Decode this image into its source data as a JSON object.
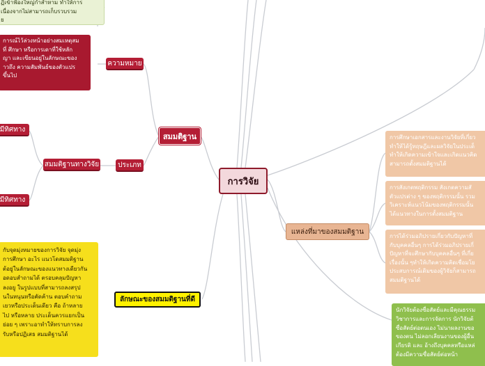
{
  "center": {
    "label": "การวิจัย"
  },
  "branches": {
    "hypothesis": {
      "label": "สมมติฐาน"
    },
    "meaning": {
      "label": "ความหมาย",
      "text_lines": [
        "การณ์ไว้ล่วงหน้าอย่างสมเหตุสม",
        "ที่ ศึกษา หรือการเดาที่ใช้หลัก",
        "ญา และเขียนอยู่ในลักษณะของ",
        "าวถึง ความสัมพันธ์ของตัวแปร",
        "ขึ้นไป"
      ]
    },
    "types": {
      "label": "ประเภท",
      "child_label": "สมมติฐานทางวิจัย",
      "leaf_top": "มีทิศทาง",
      "leaf_bottom": "มีทิศทาง"
    },
    "good": {
      "label": "ลักษณะของสมมติฐานที่ดี",
      "text_lines": [
        "กับจุดมุ่งหมายของการวิจัย จุดมุ่ง",
        "การศึกษา อะไร แนวโดสมมติฐาน",
        "ต้อยู่ในลักษณะของแนวทางเดียวกัน",
        "อดอบสำถามได้ ตรอบคลุมปัญหา",
        "ลงอยู ในรูปแบบที่สามารถลงสรุป",
        "นในหนุนหรือคัดค้าน ตอบคำถาม",
        "เยวหรือประเด็นเดียว คือ ถ้าหลาย",
        "ไป หรือหลาย ประเด็นควรแยกเป็น",
        "ย่อย ๆ เพราะอาทำให้ทราบการลง",
        "รับหรือปฏิเสธ สมมติฐานได้"
      ]
    },
    "sources": {
      "label": "แหล่งที่มาของสมมติฐาน",
      "items": [
        [
          "การศึกษาเอกสารและงานวิจัยที่เกี่ยว",
          "ทำให้ได้รู้ทฤษฎีและผลวิจัยในประเด็",
          "ทำให้เกิดความเข้าใจและเกิดแนวคิด",
          "สามารถตั้งสมมติฐานได้"
        ],
        [
          "การสังเกตพฤติกรรม สังเกตความสั",
          "ตัวแปรต่าง ๆ ของพฤติกรรมนั้น รวม",
          "วิเคราะห์แนวโน้มของพฤติกรรมนั้น",
          "ได้แนวทางในการตั้งสมมติฐาน"
        ],
        [
          "การได้ร่วมอภิปรายเกี่ยวกับปัญหาที่",
          "กับบุคคลอื่นๆ การได้ร่วมอภิปรายเกี่",
          "ปัญหาที่จะศึกษากับบุคคลอื่นๆ ที่เกี่ย",
          "เรื่องนั้น ๆทำให้เกิดความคิดเชื่อมโย",
          "ประสบการณ์เดิมของผู้วิจัยก็สามารถ",
          "สมมติฐานได้"
        ]
      ]
    },
    "researcher": {
      "text_lines": [
        "นักวิจัยต้องซื่อสัตย์และมีคุณธรรม",
        "วิชาการและการจัดการ นักวิจัยต้",
        "ซื่อสัตย์ต่อตนเอง ไม่นาผลงานขอ",
        "ของตน ไม่ลอกเลียนงานของผู้อื่น",
        "เกียรติ และ อ้างถึงบุคคลหรือแหล่",
        "ต้องมีความซื่อสัตย์ต่อหน้า"
      ]
    },
    "top_note": {
      "text_lines": [
        "ฏิเข้าฟ้องใหญ่กำสำหาม ทำให้การ",
        "เนื่องจากไม่สามารถเก็บรวบรวม",
        "ย"
      ]
    }
  }
}
